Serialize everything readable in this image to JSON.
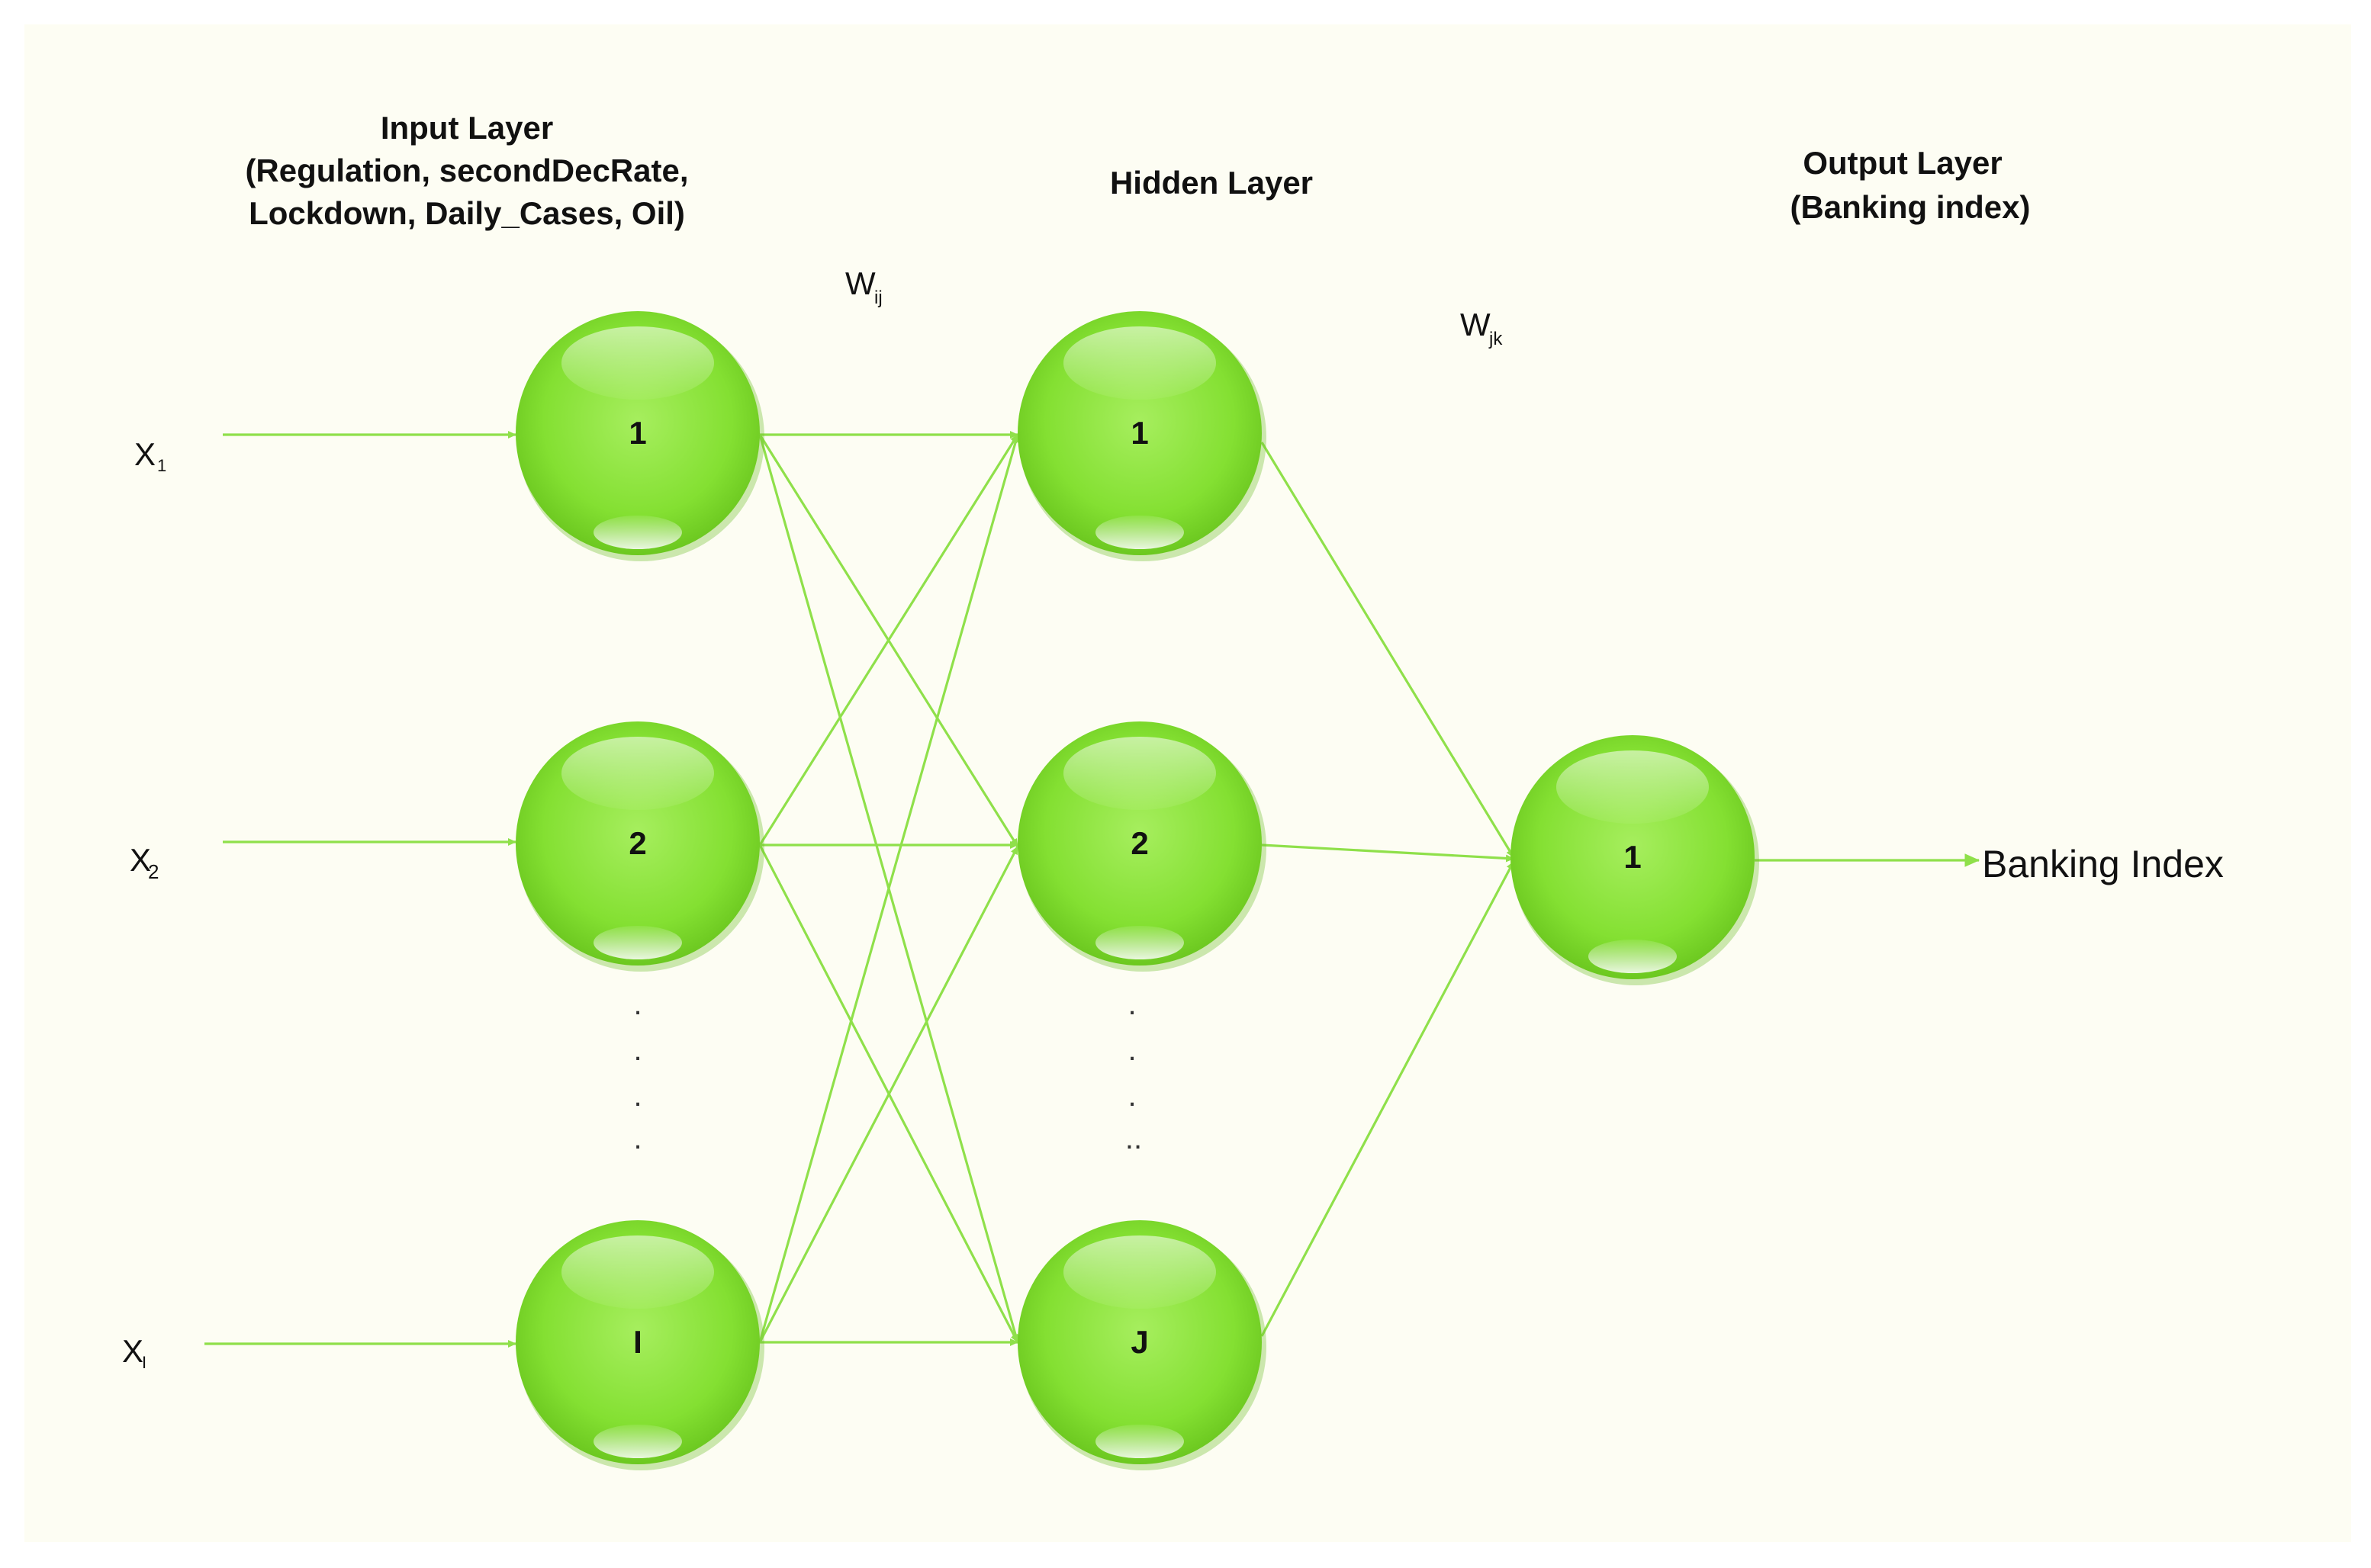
{
  "colors": {
    "background": "#fdfdf3",
    "node_fill": "#8be43c",
    "node_highlight": "#d8f8b0",
    "edge": "#8fe04a",
    "text": "#111111"
  },
  "input_layer": {
    "title": "Input Layer",
    "subtitle_line1": "(Regulation, secondDecRate,",
    "subtitle_line2": "Lockdown, Daily_Cases,  Oil)",
    "nodes": [
      "1",
      "2",
      "I"
    ],
    "inputs": [
      {
        "base": "X",
        "sub": "1"
      },
      {
        "base": "X",
        "sub": "2"
      },
      {
        "base": "X",
        "sub": "I"
      }
    ]
  },
  "hidden_layer": {
    "title": "Hidden Layer",
    "nodes": [
      "1",
      "2",
      "J"
    ]
  },
  "output_layer": {
    "title": "Output Layer",
    "subtitle": "(Banking index)",
    "nodes": [
      "1"
    ],
    "output_label": "Banking Index"
  },
  "weights": {
    "input_hidden": {
      "base": "W",
      "sub": "ij"
    },
    "hidden_output": {
      "base": "W",
      "sub": "jk"
    }
  },
  "ellipsis": {
    "input_dots": ".",
    "hidden_dots": ".",
    "hidden_last": ".."
  }
}
